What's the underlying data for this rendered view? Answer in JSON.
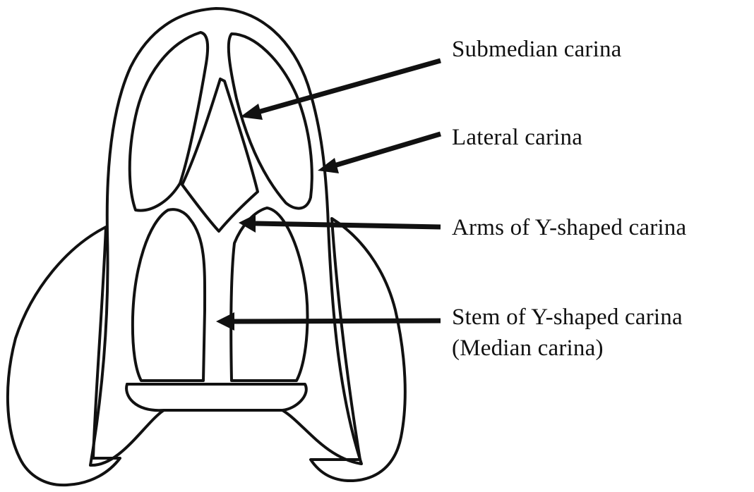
{
  "labels": {
    "submedian": "Submedian carina",
    "lateral": "Lateral carina",
    "arms": "Arms of Y-shaped carina",
    "stem_line1": "Stem of Y-shaped carina",
    "stem_line2": "(Median carina)"
  },
  "colors": {
    "line": "#111111",
    "background": "#ffffff"
  }
}
